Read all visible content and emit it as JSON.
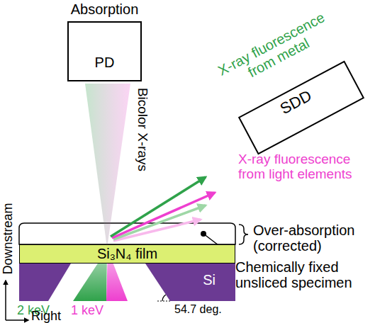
{
  "diagram": {
    "nodes": [
      {
        "text": [
          "Absorption",
          "PD"
        ]
      },
      {
        "text": [
          "SDD"
        ]
      },
      {
        "text": [
          "Si₃N₄ film"
        ]
      },
      {
        "text": [
          "Si"
        ]
      }
    ],
    "labels": [
      "Bicolor X-rays",
      "X-ray fluorescence from metal",
      "X-ray fluorescence from light elements",
      "Over-absorption (corrected)",
      "Chemically fixed unsliced specimen",
      "2 keV",
      "1 keV",
      "54.7 deg.",
      "Downstream",
      "Right"
    ]
  }
}
